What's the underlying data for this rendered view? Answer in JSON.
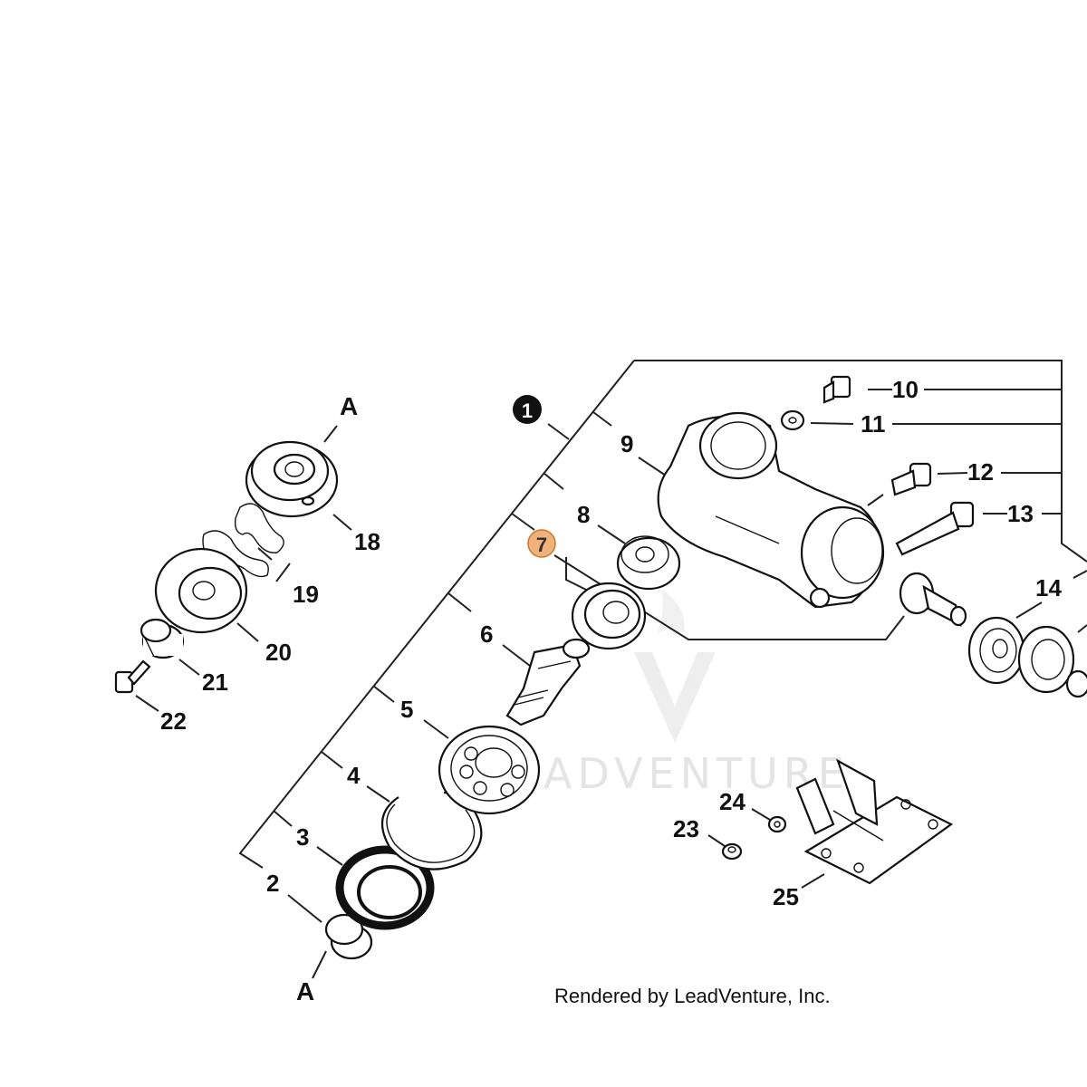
{
  "diagram": {
    "assembly_marker": "1",
    "highlight_color": "#f0b27a",
    "labels": {
      "A_top": "A",
      "A_bottom": "A",
      "p2": "2",
      "p3": "3",
      "p4": "4",
      "p5": "5",
      "p6": "6",
      "p7": "7",
      "p8": "8",
      "p9": "9",
      "p10": "10",
      "p11": "11",
      "p12": "12",
      "p13": "13",
      "p14": "14",
      "p18": "18",
      "p19": "19",
      "p20": "20",
      "p21": "21",
      "p22": "22",
      "p23": "23",
      "p24": "24",
      "p25": "25"
    },
    "watermark": "ADVENTURE",
    "footer": "Rendered by LeadVenture, Inc."
  }
}
